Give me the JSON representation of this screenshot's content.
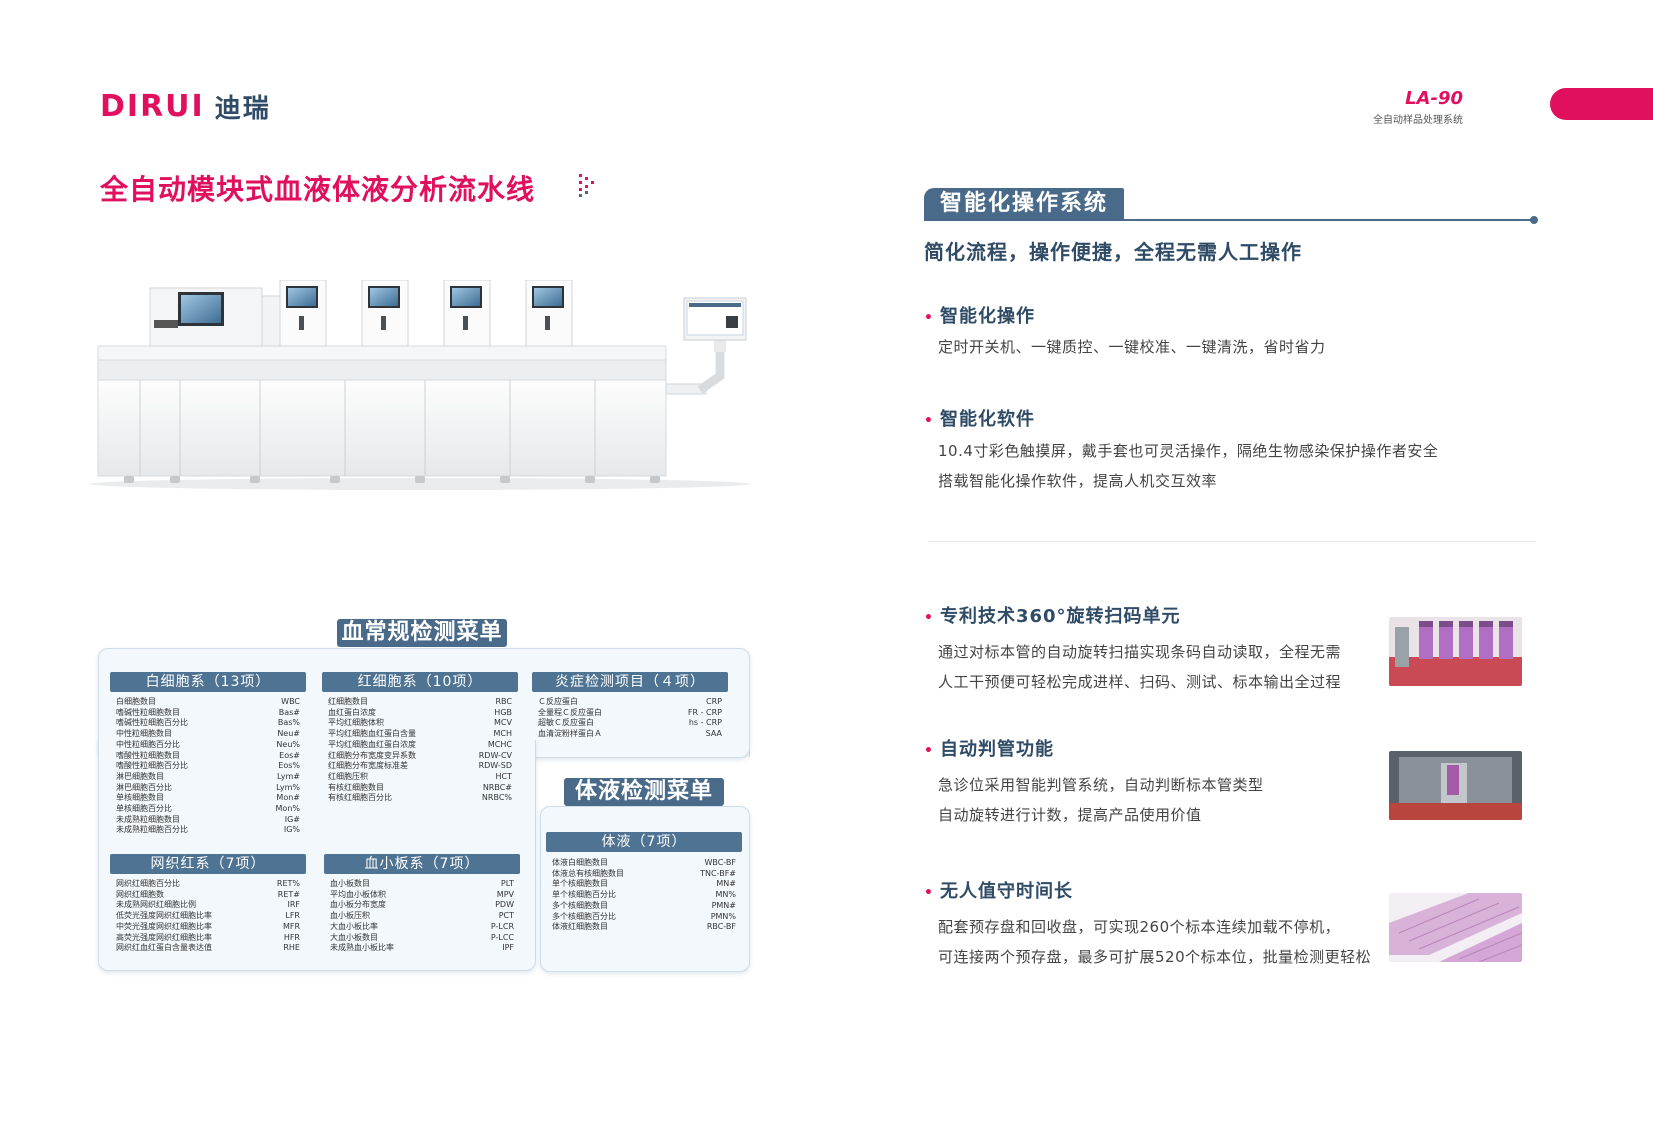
{
  "header": {
    "logo_en": "DIRUI",
    "logo_cn": "迪瑞",
    "model_code": "LA-90",
    "model_sub": "全自动样品处理系统",
    "main_title": "全自动模块式血液体液分析流水线"
  },
  "blood_menu": {
    "title": "血常规检测菜单",
    "groups": [
      {
        "title": "白细胞系（13项）",
        "rows": [
          [
            "白细胞数目",
            "WBC"
          ],
          [
            "嗜碱性粒细胞数目",
            "Bas#"
          ],
          [
            "嗜碱性粒细胞百分比",
            "Bas%"
          ],
          [
            "中性粒细胞数目",
            "Neu#"
          ],
          [
            "中性粒细胞百分比",
            "Neu%"
          ],
          [
            "嗜酸性粒细胞数目",
            "Eos#"
          ],
          [
            "嗜酸性粒细胞百分比",
            "Eos%"
          ],
          [
            "淋巴细胞数目",
            "Lym#"
          ],
          [
            "淋巴细胞百分比",
            "Lym%"
          ],
          [
            "单核细胞数目",
            "Mon#"
          ],
          [
            "单核细胞百分比",
            "Mon%"
          ],
          [
            "未成熟粒细胞数目",
            "IG#"
          ],
          [
            "未成熟粒细胞百分比",
            "IG%"
          ]
        ]
      },
      {
        "title": "红细胞系（10项）",
        "rows": [
          [
            "红细胞数目",
            "RBC"
          ],
          [
            "血红蛋白浓度",
            "HGB"
          ],
          [
            "平均红细胞体积",
            "MCV"
          ],
          [
            "平均红细胞血红蛋白含量",
            "MCH"
          ],
          [
            "平均红细胞血红蛋白浓度",
            "MCHC"
          ],
          [
            "红细胞分布宽度变异系数",
            "RDW-CV"
          ],
          [
            "红细胞分布宽度标准差",
            "RDW-SD"
          ],
          [
            "红细胞压积",
            "HCT"
          ],
          [
            "有核红细胞数目",
            "NRBC#"
          ],
          [
            "有核红细胞百分比",
            "NRBC%"
          ]
        ]
      },
      {
        "title": "炎症检测项目（４项）",
        "rows": [
          [
            "Ｃ反应蛋白",
            "CRP"
          ],
          [
            "全量程Ｃ反应蛋白",
            "FR - CRP"
          ],
          [
            "超敏Ｃ反应蛋白",
            "hs - CRP"
          ],
          [
            "血清淀粉样蛋白Ａ",
            "SAA"
          ]
        ]
      },
      {
        "title": "网织红系（7项）",
        "rows": [
          [
            "网织红细胞百分比",
            "RET%"
          ],
          [
            "网织红细胞数",
            "RET#"
          ],
          [
            "未成熟网织红细胞比例",
            "IRF"
          ],
          [
            "低荧光强度网织红细胞比率",
            "LFR"
          ],
          [
            "中荧光强度网织红细胞比率",
            "MFR"
          ],
          [
            "高荧光强度网织红细胞比率",
            "HFR"
          ],
          [
            "网织红血红蛋白含量表达值",
            "RHE"
          ]
        ]
      },
      {
        "title": "血小板系（7项）",
        "rows": [
          [
            "血小板数目",
            "PLT"
          ],
          [
            "平均血小板体积",
            "MPV"
          ],
          [
            "血小板分布宽度",
            "PDW"
          ],
          [
            "血小板压积",
            "PCT"
          ],
          [
            "大血小板比率",
            "P-LCR"
          ],
          [
            "大血小板数目",
            "P-LCC"
          ],
          [
            "未成熟血小板比率",
            "IPF"
          ]
        ]
      }
    ]
  },
  "body_fluid_menu": {
    "title": "体液检测菜单",
    "group": {
      "title": "体液（7项）",
      "rows": [
        [
          "体液白细胞数目",
          "WBC-BF"
        ],
        [
          "体液总有核细胞数目",
          "TNC-BF#"
        ],
        [
          "单个核细胞数目",
          "MN#"
        ],
        [
          "单个核细胞百分比",
          "MN%"
        ],
        [
          "多个核细胞数目",
          "PMN#"
        ],
        [
          "多个核细胞百分比",
          "PMN%"
        ],
        [
          "体液红细胞数目",
          "RBC-BF"
        ]
      ]
    }
  },
  "right": {
    "section_title": "智能化操作系统",
    "subtitle": "简化流程，操作便捷，全程无需人工操作",
    "features": [
      {
        "title": "智能化操作",
        "lines": [
          "定时开关机、一键质控、一键校准、一键清洗，省时省力"
        ]
      },
      {
        "title": "智能化软件",
        "lines": [
          "10.4寸彩色触摸屏，戴手套也可灵活操作，隔绝生物感染保护操作者安全",
          "搭载智能化操作软件，提高人机交互效率"
        ]
      },
      {
        "title": "专利技术360°旋转扫码单元",
        "lines": [
          "通过对标本管的自动旋转扫描实现条码自动读取，全程无需",
          "人工干预便可轻松完成进样、扫码、测试、标本输出全过程"
        ]
      },
      {
        "title": "自动判管功能",
        "lines": [
          "急诊位采用智能判管系统，自动判断标本管类型",
          "自动旋转进行计数，提高产品使用价值"
        ]
      },
      {
        "title": "无人值守时间长",
        "lines": [
          "配套预存盘和回收盘，可实现260个标本连续加载不停机，",
          "可连接两个预存盘，最多可扩展520个标本位，批量检测更轻松"
        ]
      }
    ]
  },
  "colors": {
    "brand": "#e0105f",
    "navy": "#4a6a89",
    "dark": "#2f4b66"
  }
}
